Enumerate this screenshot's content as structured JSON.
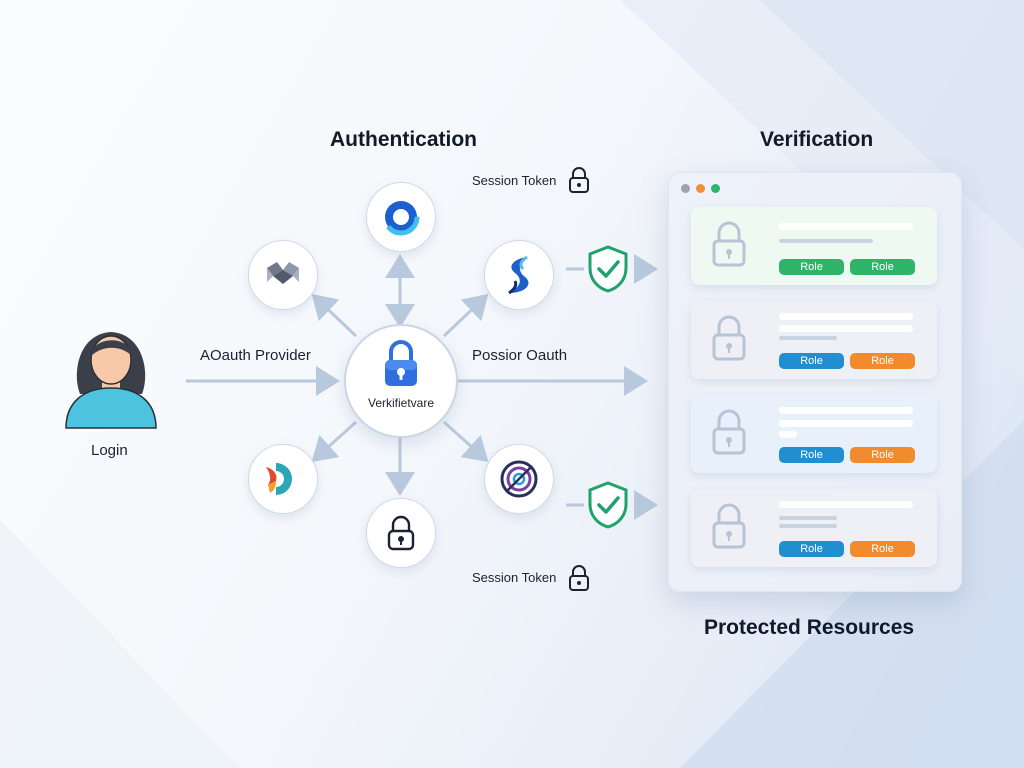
{
  "titles": {
    "authentication": "Authentication",
    "verification": "Verification",
    "protected": "Protected Resources"
  },
  "labels": {
    "login": "Login",
    "oauth_provider": "AOauth Provider",
    "possior_oauth": "Possior Oauth",
    "hub": "Verkifietvare",
    "session_token_top": "Session Token",
    "session_token_bottom": "Session Token"
  },
  "resources": [
    {
      "roles": [
        "Role",
        "Role"
      ],
      "colors": [
        "#2fb56a",
        "#2fb56a"
      ],
      "bg": "#eefaf1"
    },
    {
      "roles": [
        "Role",
        "Role"
      ],
      "colors": [
        "#1f8fd1",
        "#f28a2e"
      ],
      "bg": "#eef0f6"
    },
    {
      "roles": [
        "Role",
        "Role"
      ],
      "colors": [
        "#1f8fd1",
        "#f28a2e"
      ],
      "bg": "#e7f0fb"
    },
    {
      "roles": [
        "Role",
        "Role"
      ],
      "colors": [
        "#1f8fd1",
        "#f28a2e"
      ],
      "bg": "#eef0f6"
    }
  ],
  "colors": {
    "hub_lock": "#2f6fe0",
    "check": "#1fa36a",
    "arrow": "#b9c9dd",
    "window_dots": [
      "#9aa4b2",
      "#f0903a",
      "#2bb56a"
    ]
  },
  "icons": {
    "user": "user-avatar-icon",
    "hub": "padlock-icon",
    "nodes": [
      "circle-logo-icon",
      "cube-logo-icon",
      "swirl-logo-icon",
      "half-ring-logo-icon",
      "padlock-icon",
      "target-logo-icon"
    ]
  }
}
